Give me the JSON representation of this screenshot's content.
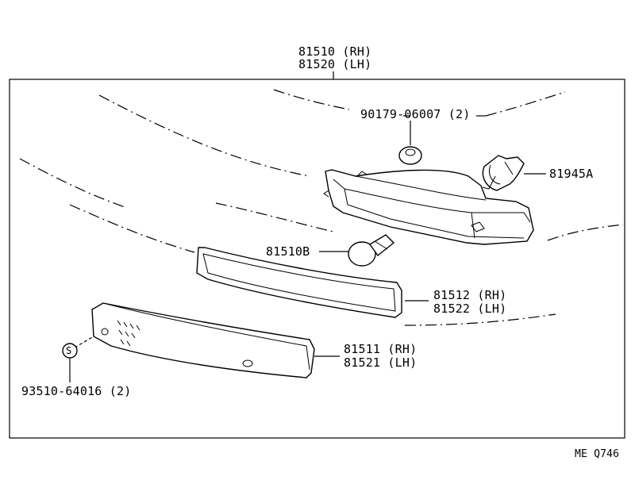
{
  "title_labels": {
    "line1": "81510 (RH)",
    "line2": "81520 (LH)"
  },
  "parts": {
    "clip_nut": "90179-06007 (2)",
    "socket": "81945A",
    "bulb": "81510B",
    "gasket_rh": "81512 (RH)",
    "gasket_lh": "81522 (LH)",
    "lens_rh": "81511 (RH)",
    "lens_lh": "81521 (LH)",
    "screw": "93510-64016 (2)",
    "screw_symbol": "S"
  },
  "diagram_code": "ME Q746"
}
